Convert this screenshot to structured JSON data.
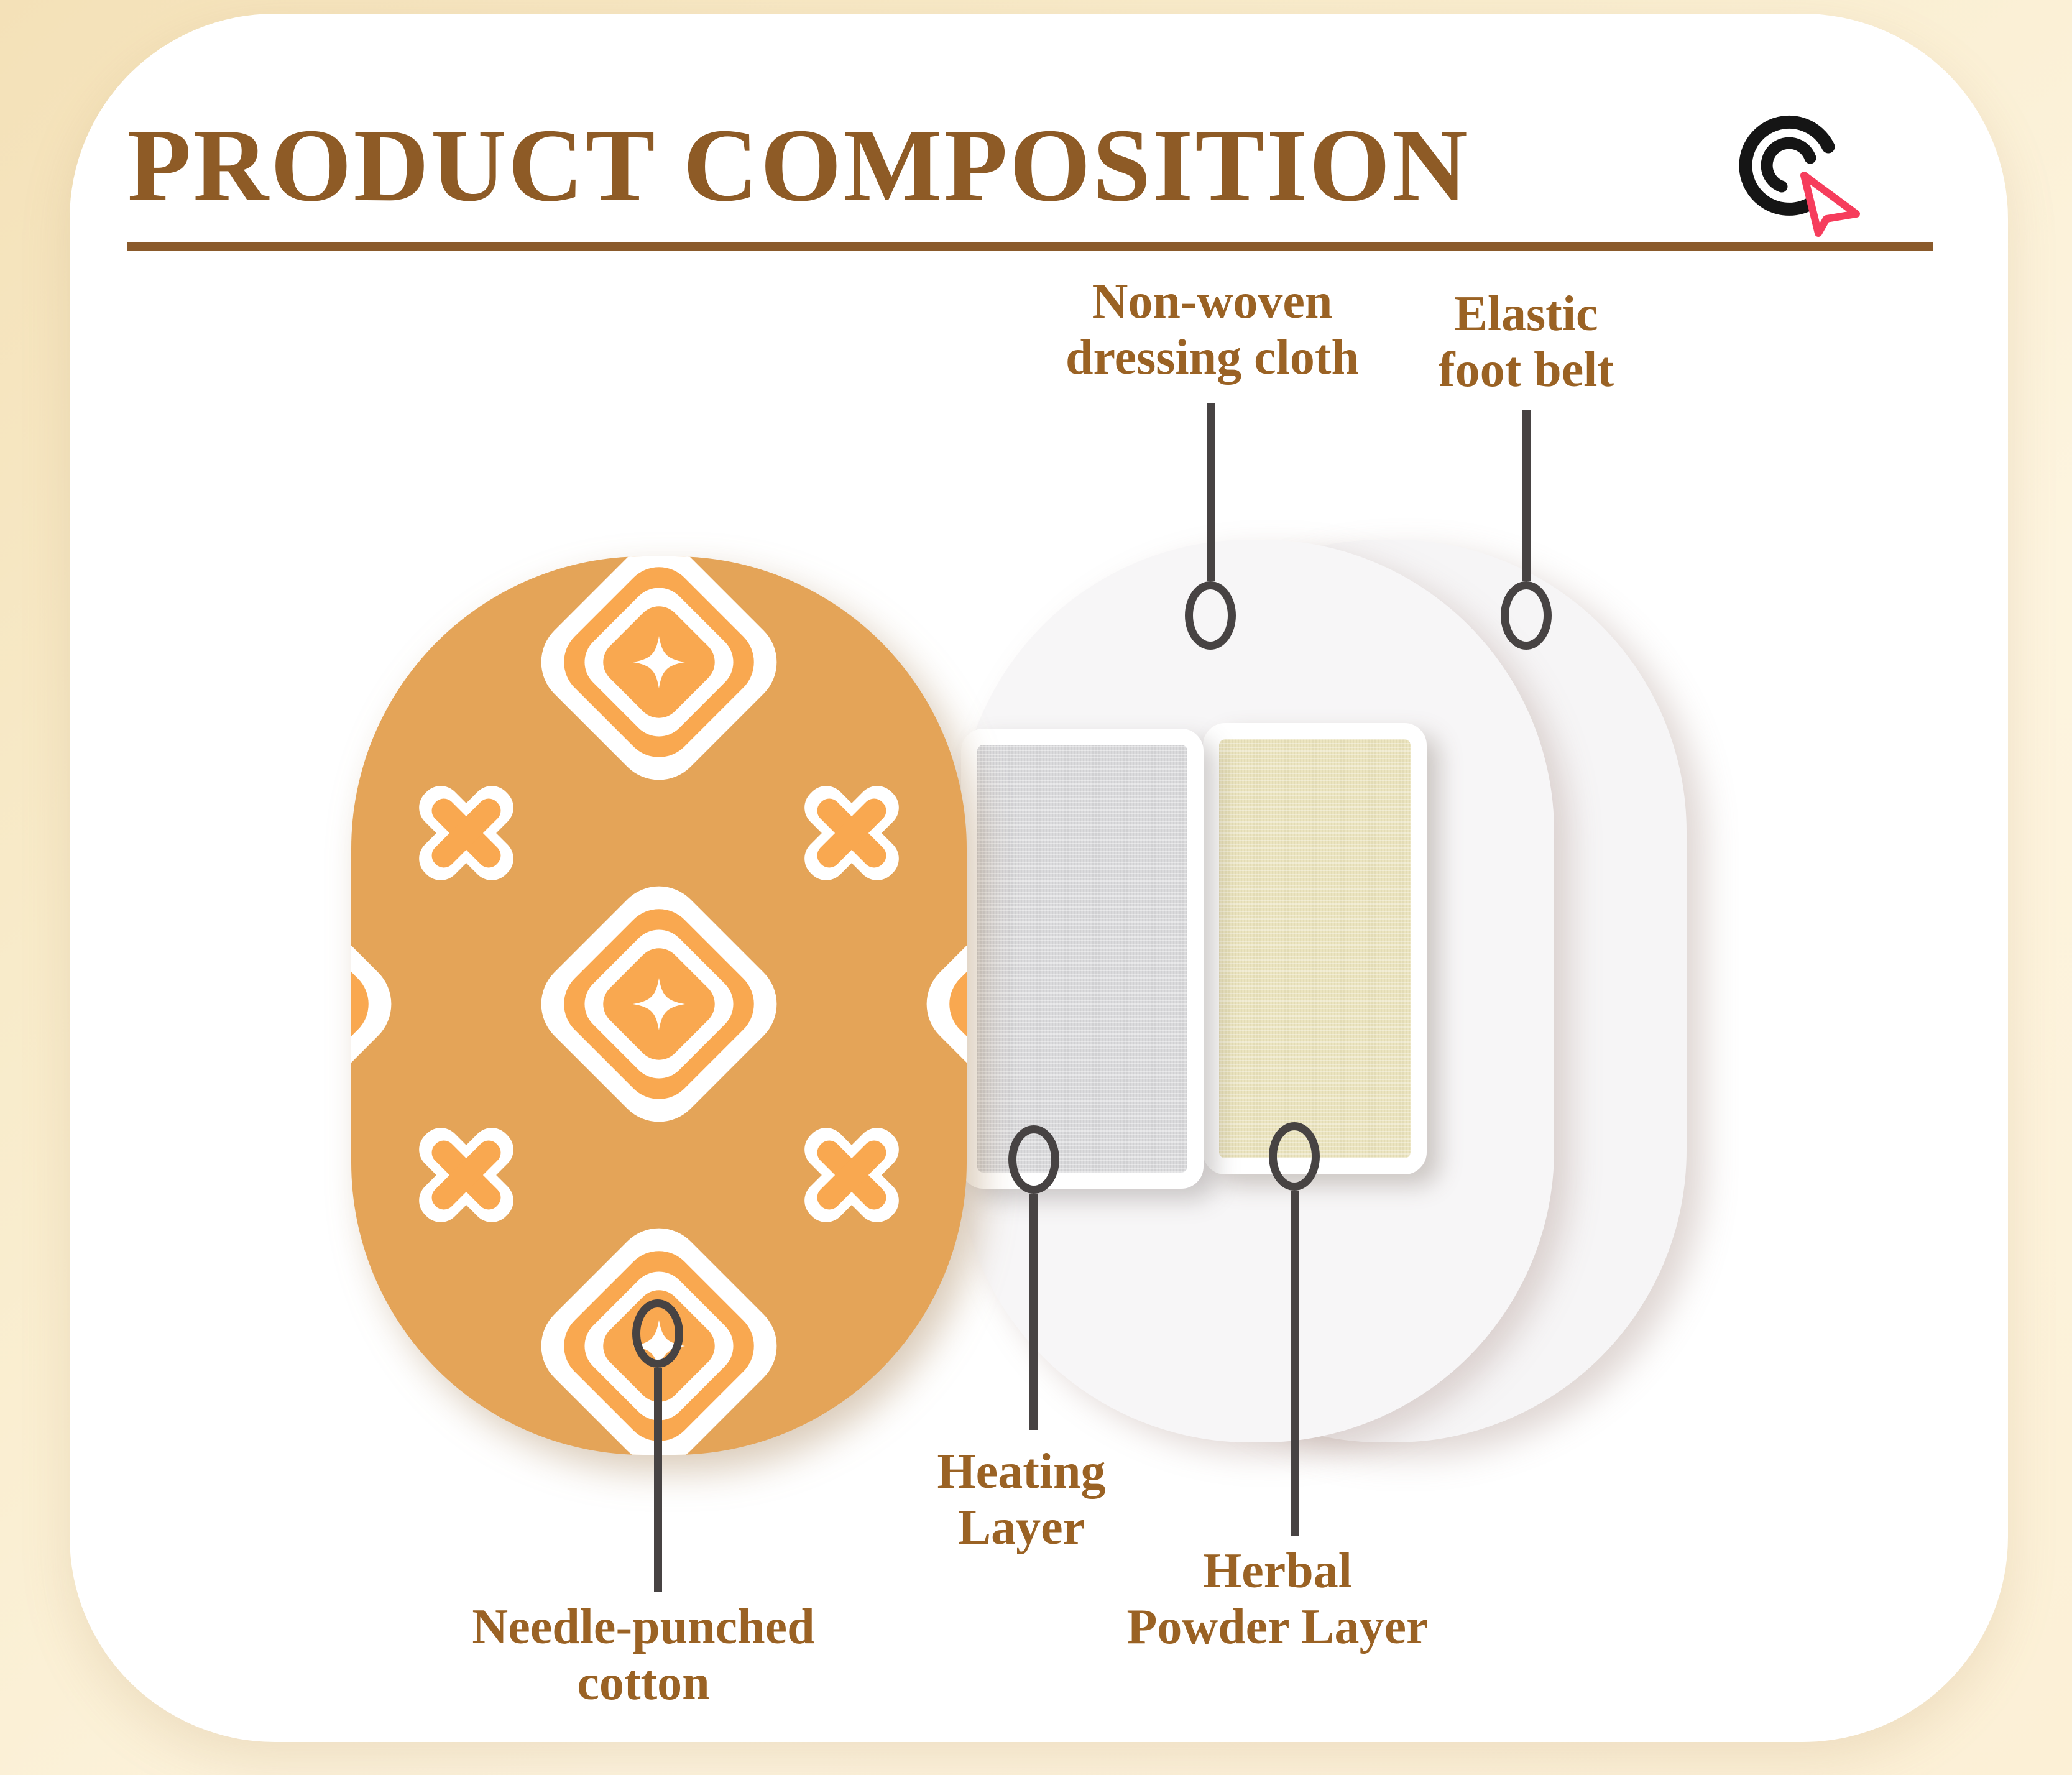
{
  "header": {
    "title": "PRODUCT COMPOSITION"
  },
  "logo": {
    "icon": "target-cursor-click-logo",
    "colors": {
      "rings": "#151515",
      "arrow": "#f63d5c"
    }
  },
  "diagram": {
    "description": "Layered foot-patch product composition with callout labels",
    "labels": {
      "non_woven": {
        "line1": "Non-woven",
        "line2": "dressing cloth"
      },
      "elastic": {
        "line1": "Elastic",
        "line2": "foot belt"
      },
      "heating": {
        "line1": "Heating",
        "line2": "Layer"
      },
      "herbal": {
        "line1": "Herbal",
        "line2": "Powder Layer"
      },
      "needle": {
        "line1": "Needle-punched",
        "line2": "cotton"
      }
    }
  },
  "colors": {
    "title_brown": "#8e5b26",
    "rule_brown": "#8a5a2b",
    "label_brown": "#9a6224",
    "callout_line": "#474343",
    "pattern_background_tan": "#e4a458",
    "pattern_orange": "#f9a850",
    "pattern_white": "#ffffff",
    "heating_fabric_gray": "#dadadc",
    "herbal_fabric_cream": "#ebe4bf",
    "oval_white": "#f7f6f7",
    "card_white": "#ffffff",
    "page_cream": "#fbeecd"
  }
}
